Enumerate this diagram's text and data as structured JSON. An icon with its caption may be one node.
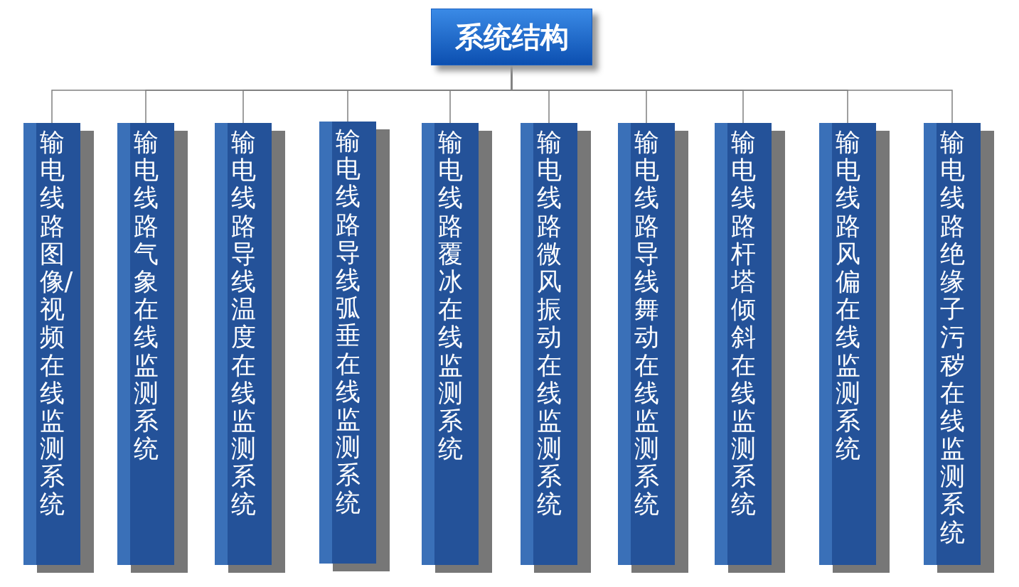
{
  "diagram": {
    "nodes": [
      {
        "text": [
          "系统结构"
        ]
      },
      {
        "text": [
          "输电线路图像/视频在线监测系统"
        ]
      },
      {
        "text": [
          "输电线路气象在线监测系统"
        ]
      },
      {
        "text": [
          "输电线路导线温度在线监测系统"
        ]
      },
      {
        "text": [
          "输电线路导线弧垂在线监测系统"
        ]
      },
      {
        "text": [
          "输电线路覆冰在线监测系统"
        ]
      },
      {
        "text": [
          "输电线路微风振动在线监测系统"
        ]
      },
      {
        "text": [
          "输电线路导线舞动在线监测系统"
        ]
      },
      {
        "text": [
          "输电线路杆塔倾斜在线监测系统"
        ]
      },
      {
        "text": [
          "输电线路风偏在线监测系统"
        ]
      },
      {
        "text": [
          "输电线路绝缘子污秽在线监测系统"
        ]
      }
    ],
    "edges": [
      {
        "from": 0,
        "to": 1,
        "arrow": "none"
      },
      {
        "from": 0,
        "to": 2,
        "arrow": "none"
      },
      {
        "from": 0,
        "to": 3,
        "arrow": "none"
      },
      {
        "from": 0,
        "to": 4,
        "arrow": "none"
      },
      {
        "from": 0,
        "to": 5,
        "arrow": "none"
      },
      {
        "from": 0,
        "to": 6,
        "arrow": "none"
      },
      {
        "from": 0,
        "to": 7,
        "arrow": "none"
      },
      {
        "from": 0,
        "to": 8,
        "arrow": "none"
      },
      {
        "from": 0,
        "to": 9,
        "arrow": "none"
      },
      {
        "from": 0,
        "to": 10,
        "arrow": "none"
      }
    ]
  }
}
